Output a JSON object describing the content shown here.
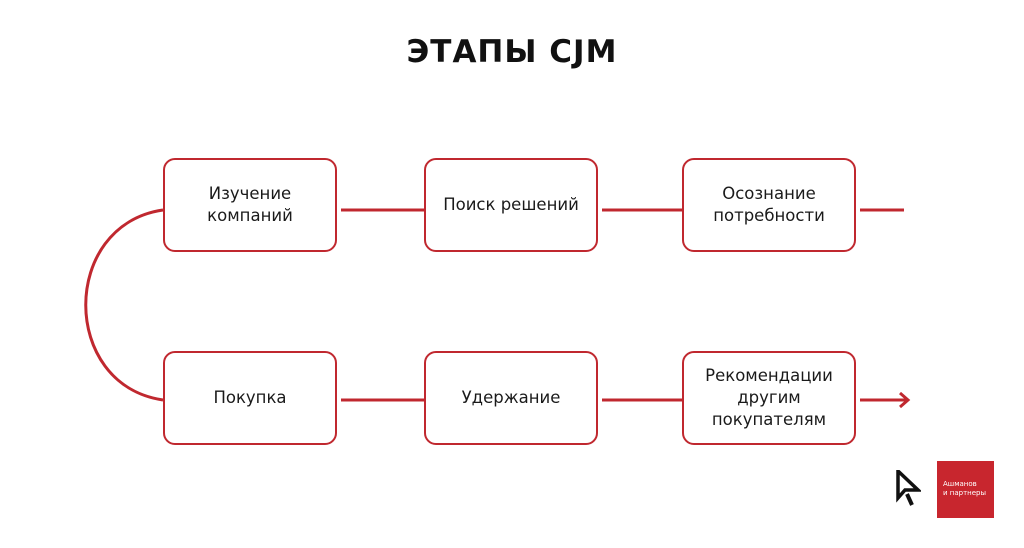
{
  "title": "ЭТАПЫ CJM",
  "stages": [
    {
      "label": "Осознание потребности"
    },
    {
      "label": "Поиск решений"
    },
    {
      "label": "Изучение компаний"
    },
    {
      "label": "Покупка"
    },
    {
      "label": "Удержание"
    },
    {
      "label": "Рекомендации другим покупателям"
    }
  ],
  "logo": {
    "line1": "Ашманов",
    "line2": "и партнеры"
  },
  "colors": {
    "accent": "#c0282f"
  }
}
